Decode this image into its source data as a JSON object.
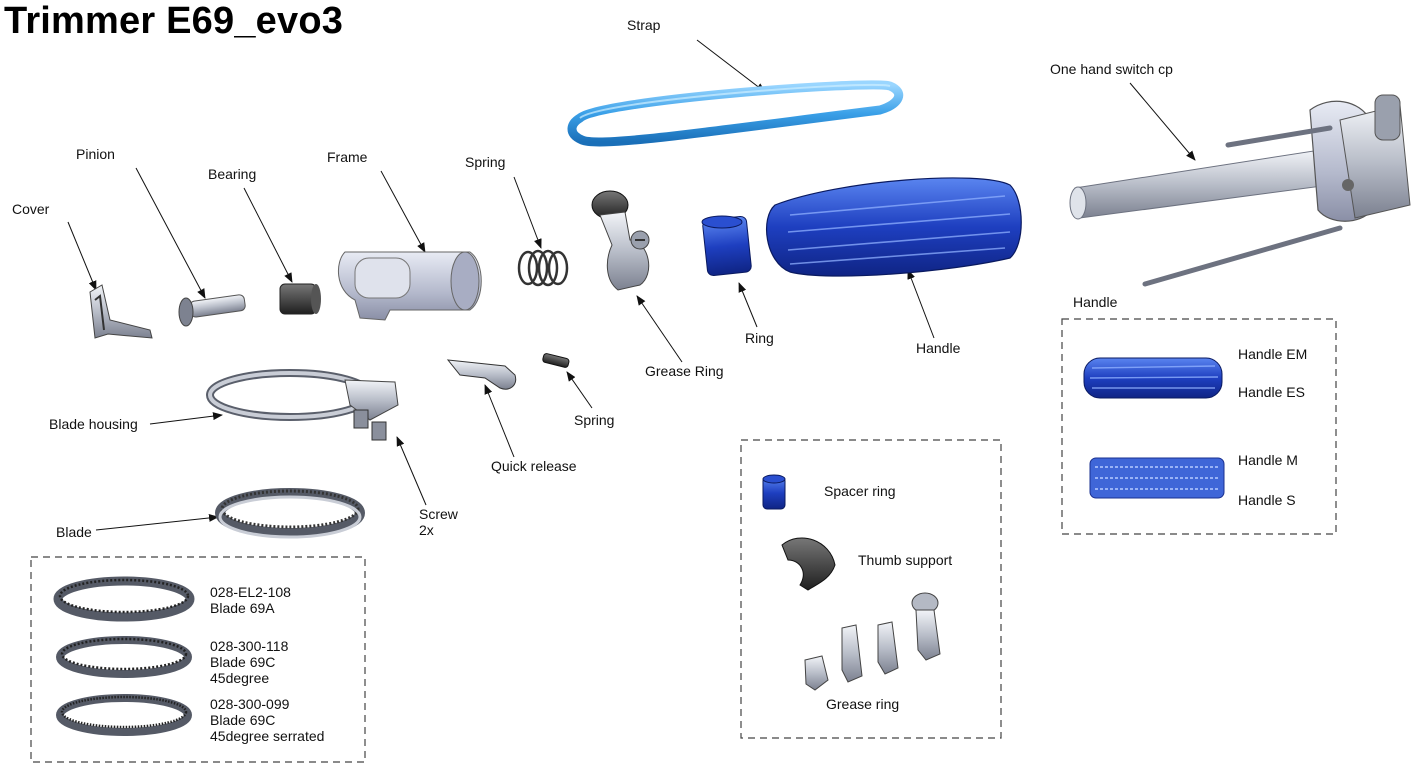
{
  "title": "Trimmer E69_evo3",
  "labels": {
    "strap": "Strap",
    "one_hand_switch": "One hand switch cp",
    "pinion": "Pinion",
    "bearing": "Bearing",
    "frame": "Frame",
    "spring_top": "Spring",
    "cover": "Cover",
    "grease_ring_main": "Grease Ring",
    "ring": "Ring",
    "handle_main": "Handle",
    "blade_housing": "Blade housing",
    "quick_release": "Quick release",
    "spring_small": "Spring",
    "screw": "Screw",
    "screw_qty": "2x",
    "blade": "Blade"
  },
  "handle_box": {
    "heading": "Handle",
    "items": [
      "Handle EM",
      "Handle ES",
      "Handle M",
      "Handle S"
    ]
  },
  "accessory_box": {
    "spacer_ring": "Spacer ring",
    "thumb_support": "Thumb support",
    "grease_ring": "Grease ring"
  },
  "blade_box": {
    "entries": [
      {
        "code": "028-EL2-108",
        "name": "Blade 69A",
        "note": ""
      },
      {
        "code": "028-300-118",
        "name": "Blade 69C",
        "note": "45degree"
      },
      {
        "code": "028-300-099",
        "name": "Blade 69C",
        "note": "45degree serrated"
      }
    ]
  },
  "colors": {
    "blue_dark": "#1c3fb0",
    "blue_mid": "#2f5fd6",
    "strap_blue": "#3fa6e6",
    "metal": "#c9cdd6",
    "metal_dark": "#6d7280",
    "dark_part": "#3a3a3a"
  }
}
